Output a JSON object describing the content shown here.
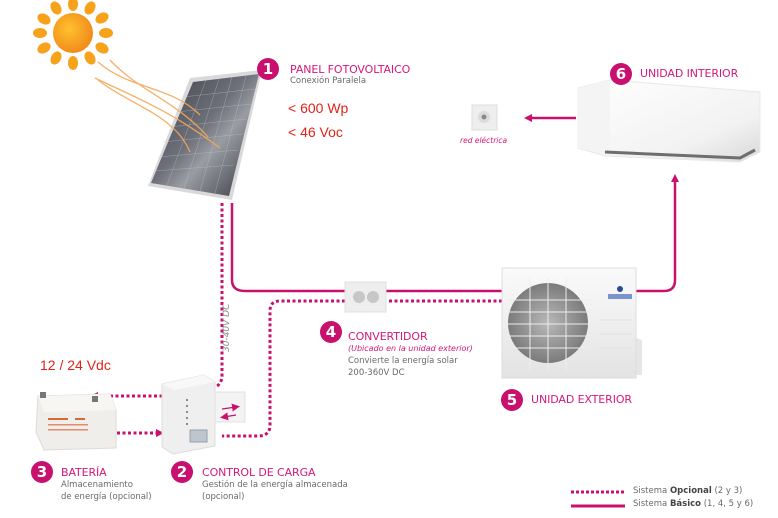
{
  "colors": {
    "accent": "#c8106e",
    "title_pink": "#d4197a",
    "spec_red": "#e2231a",
    "sub_gray": "#6a6a6a",
    "sun_orange": "#f7a21b"
  },
  "components": [
    {
      "number": "1",
      "title": "PANEL FOTOVOLTAICO",
      "subtitle": "Conexión Paralela",
      "specs": [
        "< 600 Wp",
        "< 46 Voc"
      ]
    },
    {
      "number": "2",
      "title": "CONTROL DE CARGA",
      "subtitle_lines": [
        "Gestión de la energía almacenada",
        "(opcional)"
      ]
    },
    {
      "number": "3",
      "title": "BATERÍA",
      "subtitle_lines": [
        "Almacenamiento",
        "de energía (opcional)"
      ],
      "spec": "12 / 24 Vdc"
    },
    {
      "number": "4",
      "title": "CONVERTIDOR",
      "note": "(Ubicado en la unidad exterior)",
      "subtitle_lines": [
        "Convierte la energía solar",
        "200-360V DC"
      ]
    },
    {
      "number": "5",
      "title": "UNIDAD EXTERIOR"
    },
    {
      "number": "6",
      "title": "UNIDAD INTERIOR"
    }
  ],
  "labels": {
    "grid": "red eléctrica",
    "dc_voltage": "30-40V DC"
  },
  "legend": {
    "optional": {
      "prefix": "Sistema ",
      "bold": "Opcional",
      "suffix": " (2 y 3)",
      "line_style": "dotted"
    },
    "basic": {
      "prefix": "Sistema ",
      "bold": "Básico",
      "suffix": " (1, 4, 5 y 6)",
      "line_style": "solid"
    }
  },
  "icons": {
    "sun": "sun-icon",
    "solar_panel": "solar-panel-icon",
    "battery": "battery-icon",
    "charge_controller": "charge-controller-icon",
    "converter": "converter-box-icon",
    "outdoor_unit": "outdoor-unit-icon",
    "indoor_unit": "indoor-unit-icon",
    "power_outlet": "power-outlet-icon"
  }
}
